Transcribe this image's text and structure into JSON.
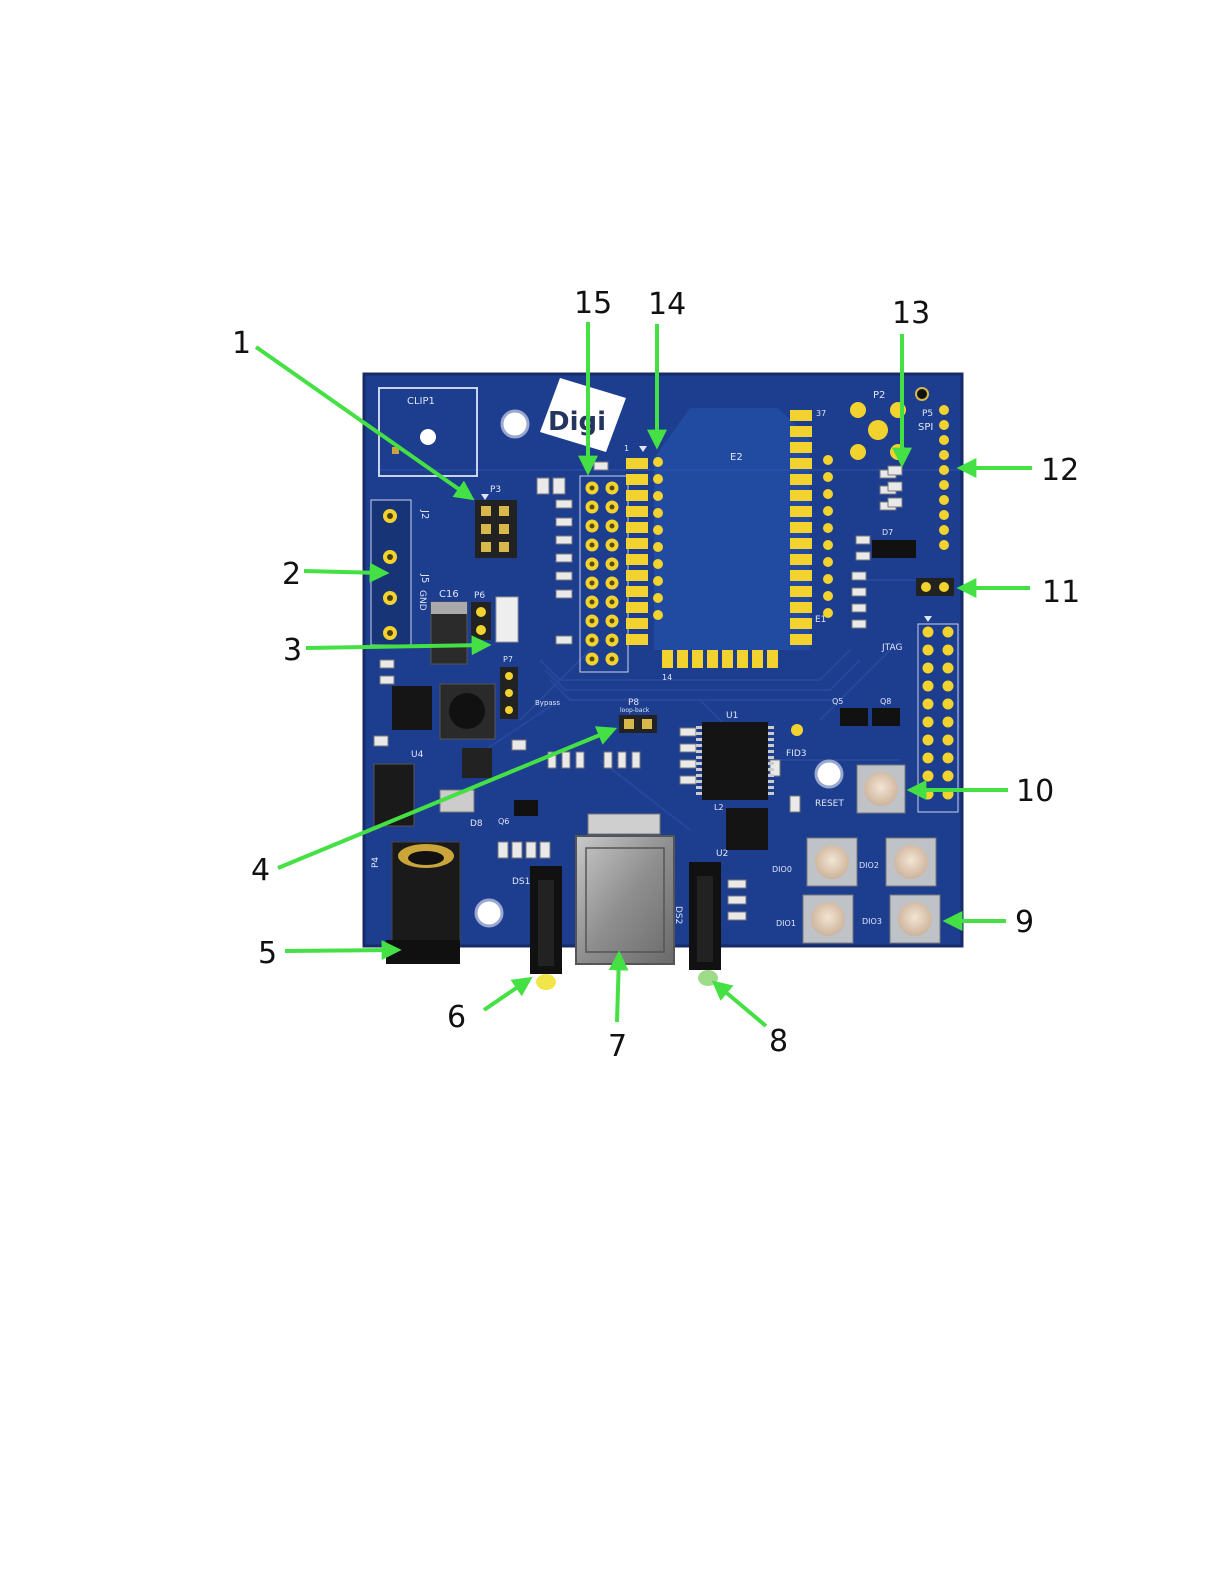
{
  "figure": {
    "callouts": [
      "1",
      "2",
      "3",
      "4",
      "5",
      "6",
      "7",
      "8",
      "9",
      "10",
      "11",
      "12",
      "13",
      "14",
      "15"
    ],
    "board_labels": {
      "clip": "CLIP1",
      "logo": "Digi",
      "j2": "J2",
      "j5": "J5",
      "gnd": "GND",
      "p3": "P3",
      "p6": "P6",
      "p7": "P7",
      "p8": "P8",
      "loopback": "loop-back",
      "c16": "C16",
      "e1": "E1",
      "e2": "E2",
      "u1": "U1",
      "u2": "U2",
      "u4": "U4",
      "p2": "P2",
      "p5": "P5",
      "spi": "SPI",
      "jtag": "JTAG",
      "reset": "RESET",
      "ds1": "DS1",
      "ds2": "DS2",
      "p4": "P4",
      "d8": "D8",
      "q5": "Q5",
      "q6": "Q6",
      "q8": "Q8",
      "d7": "D7",
      "dio0": "DIO0",
      "dio1": "DIO1",
      "dio2": "DIO2",
      "dio3": "DIO3",
      "pin1": "1",
      "pin14": "14",
      "pin37": "37",
      "fid3": "FID3",
      "l2": "L2",
      "bypass": "Bypass"
    },
    "colors": {
      "pcb": "#1d3d8f",
      "pcb_dark": "#162f70",
      "gold": "#f2d22e",
      "arrow": "#44e044",
      "button": "#e8d3bf"
    }
  }
}
